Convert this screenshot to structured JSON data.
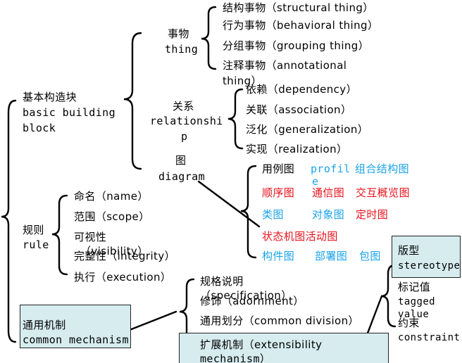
{
  "root": {
    "basic_block": {
      "zh": "基本构造块",
      "en1": "basic building",
      "en2": "block"
    },
    "rules": {
      "zh": "规则",
      "en": "rule"
    },
    "common_mech": {
      "zh": "通用机制",
      "en": "common mechanism"
    }
  },
  "things": {
    "title_zh": "事物",
    "title_en": "thing",
    "items": [
      "结构事物（structural thing）",
      "行为事物（behavioral thing）",
      "分组事物（grouping thing）",
      "注释事物（annotational",
      "thing）"
    ]
  },
  "relationship": {
    "title_zh": "关系",
    "title_en1": "relationshi",
    "title_en2": "p",
    "items": [
      "依赖（dependency）",
      "关联（association）",
      "泛化（generalization）",
      "实现（realization）"
    ]
  },
  "diagram": {
    "title_zh": "图",
    "title_en": "diagram",
    "row1": {
      "a": "用例图",
      "b1": "profil",
      "b2": "e",
      "c": "组合结构图"
    },
    "row2": {
      "a": "顺序图",
      "b": "通信图",
      "c": "交互概览图"
    },
    "row3": {
      "a": "类图",
      "b": "对象图",
      "c": "定时图"
    },
    "row4": {
      "a": "状态机图活动图"
    },
    "row5": {
      "a": "构件图",
      "b": "部署图",
      "c": "包图"
    }
  },
  "rules_items": [
    "命名（name）",
    "范围（scope）",
    "可视性",
    "（visibility）",
    "完整性（integrity）",
    "执行（execution）"
  ],
  "mechanism_items": {
    "spec_zh": "规格说明",
    "spec_en": "（specification）",
    "adorn": "修饰（adornment）",
    "division": "通用划分（common division）",
    "ext1": "扩展机制（extensibility",
    "ext2": "mechanism）"
  },
  "extensibility": {
    "stereotype_zh": "版型",
    "stereotype_en": "stereotype",
    "tagged_zh": "标记值",
    "tagged_en1": "tagged",
    "tagged_en2": "value",
    "constraint_zh": "约束",
    "constraint_en": "constraint"
  },
  "colors": {
    "cyan": "#1aa3ea",
    "red": "#e8121c",
    "box_fill": "#d6ecef",
    "lines": "#000000"
  }
}
